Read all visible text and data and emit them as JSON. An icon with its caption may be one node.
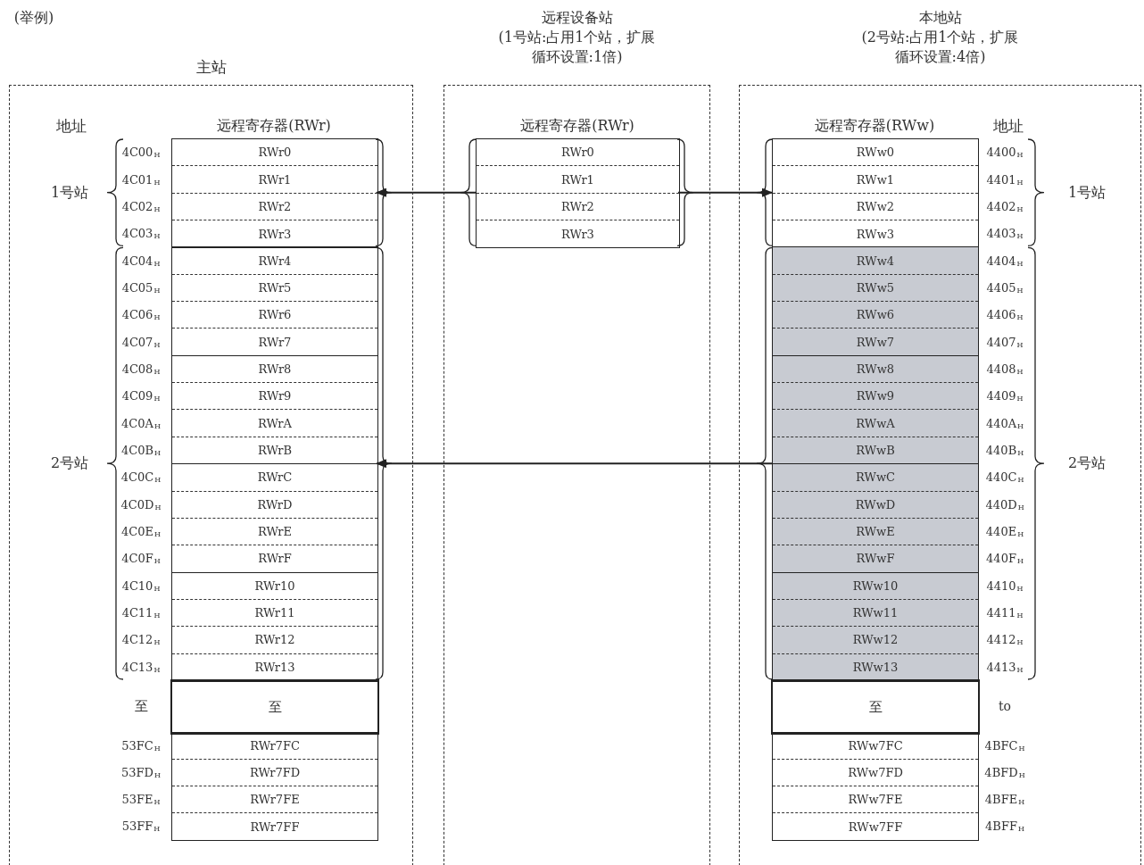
{
  "diagram": {
    "nodes": [
      {
        "text": [
          "主站"
        ]
      },
      {
        "text": [],
        "shape": "box",
        "in": 0
      },
      {
        "text": [
          "RWr0"
        ],
        "in": 1
      },
      {
        "text": [
          "RWr1"
        ],
        "in": 1
      },
      {
        "text": [
          "RWr2"
        ],
        "in": 1
      },
      {
        "text": [
          "RWr3"
        ],
        "in": 1
      },
      {
        "text": [],
        "shape": "box",
        "in": 0
      },
      {
        "text": [
          "RWr4"
        ],
        "in": 6
      },
      {
        "text": [
          "RWr5"
        ],
        "in": 6
      },
      {
        "text": [
          "RWr6"
        ],
        "in": 6
      },
      {
        "text": [
          "RWr7"
        ],
        "in": 6
      },
      {
        "text": [
          "RWr8"
        ],
        "in": 6
      },
      {
        "text": [
          "RWr9"
        ],
        "in": 6
      },
      {
        "text": [
          "RWrA"
        ],
        "in": 6
      },
      {
        "text": [
          "RWrB"
        ],
        "in": 6
      },
      {
        "text": [
          "RWrC"
        ],
        "in": 6
      },
      {
        "text": [
          "RWrD"
        ],
        "in": 6
      },
      {
        "text": [
          "RWrE"
        ],
        "in": 6
      },
      {
        "text": [
          "RWrF"
        ],
        "in": 6
      },
      {
        "text": [
          "RWr10"
        ],
        "in": 6
      },
      {
        "text": [
          "RWr11"
        ],
        "in": 6
      },
      {
        "text": [
          "RWr12"
        ],
        "in": 6
      },
      {
        "text": [
          "RWr13"
        ],
        "in": 6
      },
      {
        "text": [
          "至"
        ],
        "in": 0
      },
      {
        "text": [],
        "shape": "box",
        "in": 0
      },
      {
        "text": [
          "RWr7FC"
        ],
        "in": 24
      },
      {
        "text": [
          "RWr7FD"
        ],
        "in": 24
      },
      {
        "text": [
          "RWr7FE"
        ],
        "in": 24
      },
      {
        "text": [
          "RWr7FF"
        ],
        "in": 24
      },
      {
        "text": [
          "远程设备站",
          "(1号站:占用1个站，扩展循环设置:1倍)"
        ]
      },
      {
        "text": [],
        "shape": "box",
        "in": 29
      },
      {
        "text": [
          "RWr0"
        ],
        "in": 30
      },
      {
        "text": [
          "RWr1"
        ],
        "in": 30
      },
      {
        "text": [
          "RWr2"
        ],
        "in": 30
      },
      {
        "text": [
          "RWr3"
        ],
        "in": 30
      },
      {
        "text": [
          "本地站",
          "(2号站:占用1个站，扩展循环设置:4倍)"
        ]
      },
      {
        "text": [],
        "shape": "box",
        "in": 35
      },
      {
        "text": [
          "RWw0"
        ],
        "in": 36
      },
      {
        "text": [
          "RWw1"
        ],
        "in": 36
      },
      {
        "text": [
          "RWw2"
        ],
        "in": 36
      },
      {
        "text": [
          "RWw3"
        ],
        "in": 36
      },
      {
        "text": [],
        "shape": "box",
        "in": 35
      },
      {
        "text": [
          "RWw4"
        ],
        "in": 41
      },
      {
        "text": [
          "RWw5"
        ],
        "in": 41
      },
      {
        "text": [
          "RWw6"
        ],
        "in": 41
      },
      {
        "text": [
          "RWw7"
        ],
        "in": 41
      },
      {
        "text": [
          "RWw8"
        ],
        "in": 41
      },
      {
        "text": [
          "RWw9"
        ],
        "in": 41
      },
      {
        "text": [
          "RWwA"
        ],
        "in": 41
      },
      {
        "text": [
          "RWwB"
        ],
        "in": 41
      },
      {
        "text": [
          "RWwC"
        ],
        "in": 41
      },
      {
        "text": [
          "RWwD"
        ],
        "in": 41
      },
      {
        "text": [
          "RWwE"
        ],
        "in": 41
      },
      {
        "text": [
          "RWwF"
        ],
        "in": 41
      },
      {
        "text": [
          "RWw10"
        ],
        "in": 41
      },
      {
        "text": [
          "RWw11"
        ],
        "in": 41
      },
      {
        "text": [
          "RWw12"
        ],
        "in": 41
      },
      {
        "text": [
          "RWw13"
        ],
        "in": 41
      },
      {
        "text": [
          "至"
        ],
        "in": 35
      },
      {
        "text": [],
        "shape": "box",
        "in": 35
      },
      {
        "text": [
          "RWw7FC"
        ],
        "in": 59
      },
      {
        "text": [
          "RWw7FD"
        ],
        "in": 59
      },
      {
        "text": [
          "RWw7FE"
        ],
        "in": 59
      },
      {
        "text": [
          "RWw7FF"
        ],
        "in": 59
      }
    ],
    "edges": [
      {
        "from": 30,
        "to": 1,
        "arrow": "to"
      },
      {
        "from": 30,
        "to": 36,
        "arrow": "to"
      },
      {
        "from": 41,
        "to": 6,
        "arrow": "to"
      }
    ],
    "labels": [
      "(举例)",
      "地址",
      "远程寄存器(RWr)",
      "远程寄存器(RWr)",
      "远程寄存器(RWw)",
      "地址",
      "1号站",
      "2号站",
      "1号站",
      "2号站",
      "4C00$_{H}$",
      "4C01$_{H}$",
      "4C02$_{H}$",
      "4C03$_{H}$",
      "4C04$_{H}$",
      "4C05$_{H}$",
      "4C06$_{H}$",
      "4C07$_{H}$",
      "4C08$_{H}$",
      "4C09$_{H}$",
      "4C0A$_{H}$",
      "4C0B$_{H}$",
      "4C0C$_{H}$",
      "4C0D$_{H}$",
      "4C0E$_{H}$",
      "4C0F$_{H}$",
      "4C10$_{H}$",
      "4C11$_{H}$",
      "4C12$_{H}$",
      "4C13$_{H}$",
      "至",
      "53FC$_{H}$",
      "53FD$_{H}$",
      "53FE$_{H}$",
      "53FF$_{H}$",
      "4400$_{H}$",
      "4401$_{H}$",
      "4402$_{H}$",
      "4403$_{H}$",
      "4404$_{H}$",
      "4405$_{H}$",
      "4406$_{H}$",
      "4407$_{H}$",
      "4408$_{H}$",
      "4409$_{H}$",
      "440A$_{H}$",
      "440B$_{H}$",
      "440C$_{H}$",
      "440D$_{H}$",
      "440E$_{H}$",
      "440F$_{H}$",
      "4410$_{H}$",
      "4411$_{H}$",
      "4412$_{H}$",
      "4413$_{H}$",
      "to",
      "4BFC$_{H}$",
      "4BFD$_{H}$",
      "4BFE$_{H}$",
      "4BFF$_{H}$"
    ]
  }
}
